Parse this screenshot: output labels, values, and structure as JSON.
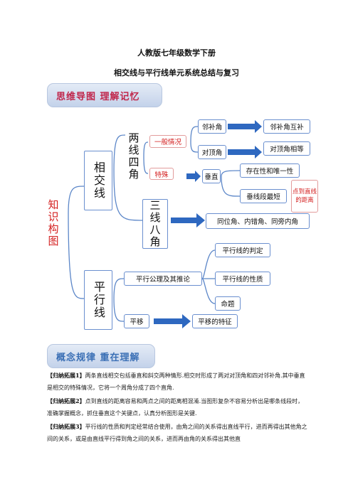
{
  "title_line1": "人教版七年级数学下册",
  "title_line2": "相交线与平行线单元系统总结与复习",
  "banner1": "思维导图   理解记忆",
  "banner2": "概念规律 重在理解",
  "mindmap": {
    "root": "知识构图",
    "n_xiangjiaoxian": "相交线",
    "n_pingxingxian": "平行线",
    "n_liangxian": "两线四角",
    "n_sanxian": "三线八角",
    "n_yiban": "一般情况",
    "n_teshu": "特殊",
    "n_linbu": "邻补角",
    "n_duiding": "对顶角",
    "n_linbuhubu": "邻补角互补",
    "n_duidingxiangdeng": "对顶角相等",
    "n_chuizhi": "垂直",
    "n_cunzai": "存在性和唯一性",
    "n_chuxianduan": "垂线段最短",
    "n_juli": "点到直线的距离",
    "n_tongwei": "同位角、内错角、同旁内角",
    "n_gongli": "平行公理及其推论",
    "n_panding": "平行线的判定",
    "n_xingzhi": "平行线的性质",
    "n_mingti": "命题",
    "n_pingyi": "平移",
    "n_tezheng": "平移的特征"
  },
  "paras": [
    {
      "tag": "【归纳拓展1】",
      "text": "两条直线相交包括垂直和斜交两种情形.相交时形成了两对对顶角和四对邻补角.其中垂直是相交的特殊情况，它将一个周角分成了四个直角."
    },
    {
      "tag": "【归纳拓展2】",
      "text": "点到直线的距离容易和两点之间的距离相混淆.当图形复杂不容易分析出是哪条线段时，准确掌握概念，抓住垂直这个关键点，认真分析图形是关键."
    },
    {
      "tag": "【归纳拓展3】",
      "text": "平行线的性质和判定经常结合使用，由角之间的关系得出直线平行，进而再得出其他角之间的关系，或是由直线平行得到角之间的关系，进而再由角的关系得出其他直"
    }
  ]
}
